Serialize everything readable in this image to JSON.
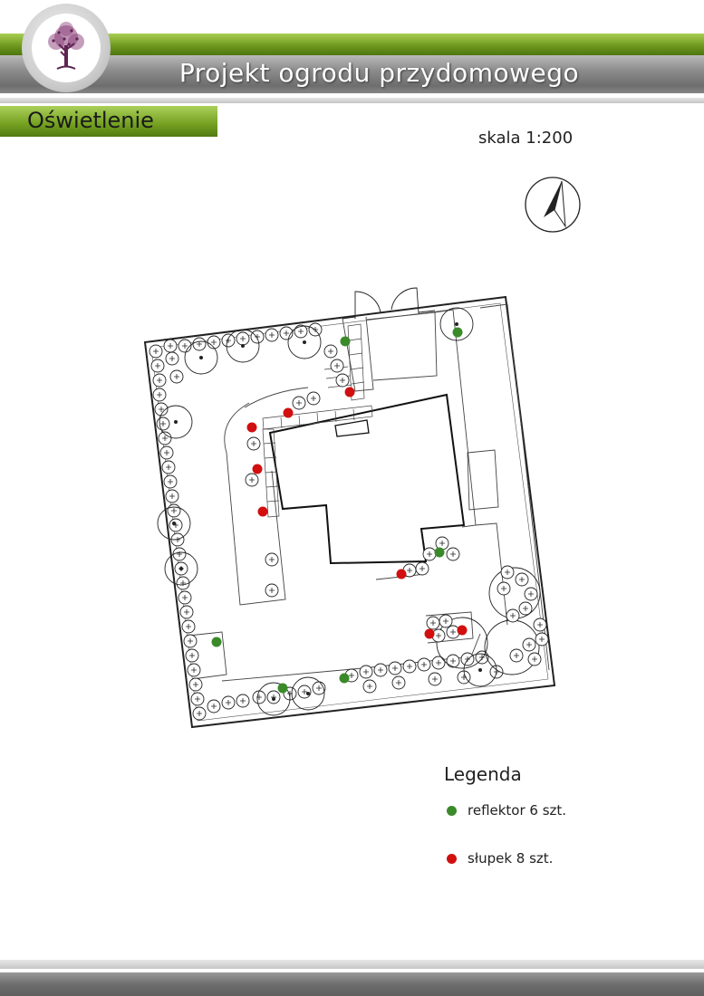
{
  "header": {
    "title": "Projekt ogrodu przydomowego",
    "logo_icon": "tree-icon"
  },
  "section": {
    "label": "Oświetlenie"
  },
  "plan": {
    "scale_label": "skala 1:200",
    "north_icon": "north-arrow-icon",
    "colors": {
      "reflektor": "#3a8a2a",
      "slupek": "#d10f0f",
      "accent": "#74a020"
    }
  },
  "legend": {
    "title": "Legenda",
    "items": [
      {
        "label": "reflektor 6 szt.",
        "color": "#3a8a2a"
      },
      {
        "label": "słupek 8 szt.",
        "color": "#d10f0f"
      }
    ]
  }
}
